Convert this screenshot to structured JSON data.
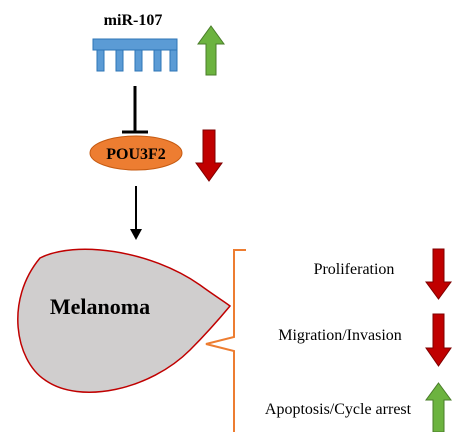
{
  "mirna": {
    "label": "miR-107",
    "regulation": "up",
    "color": "#6cb33f"
  },
  "target": {
    "label": "POU3F2",
    "regulation": "down",
    "color": "#ed7d31",
    "arrow_color": "#c00000"
  },
  "cell": {
    "label": "Melanoma",
    "fill": "#d0cece",
    "stroke": "#c00000"
  },
  "outcomes": [
    {
      "label": "Proliferation",
      "regulation": "down",
      "color": "#c00000"
    },
    {
      "label": "Migration/Invasion",
      "regulation": "down",
      "color": "#c00000"
    },
    {
      "label": "Apoptosis/Cycle arrest",
      "regulation": "up",
      "color": "#6cb33f"
    }
  ],
  "colors": {
    "mirna_probe": "#5b9bd5",
    "brace": "#ed7d31",
    "line": "#000000"
  }
}
